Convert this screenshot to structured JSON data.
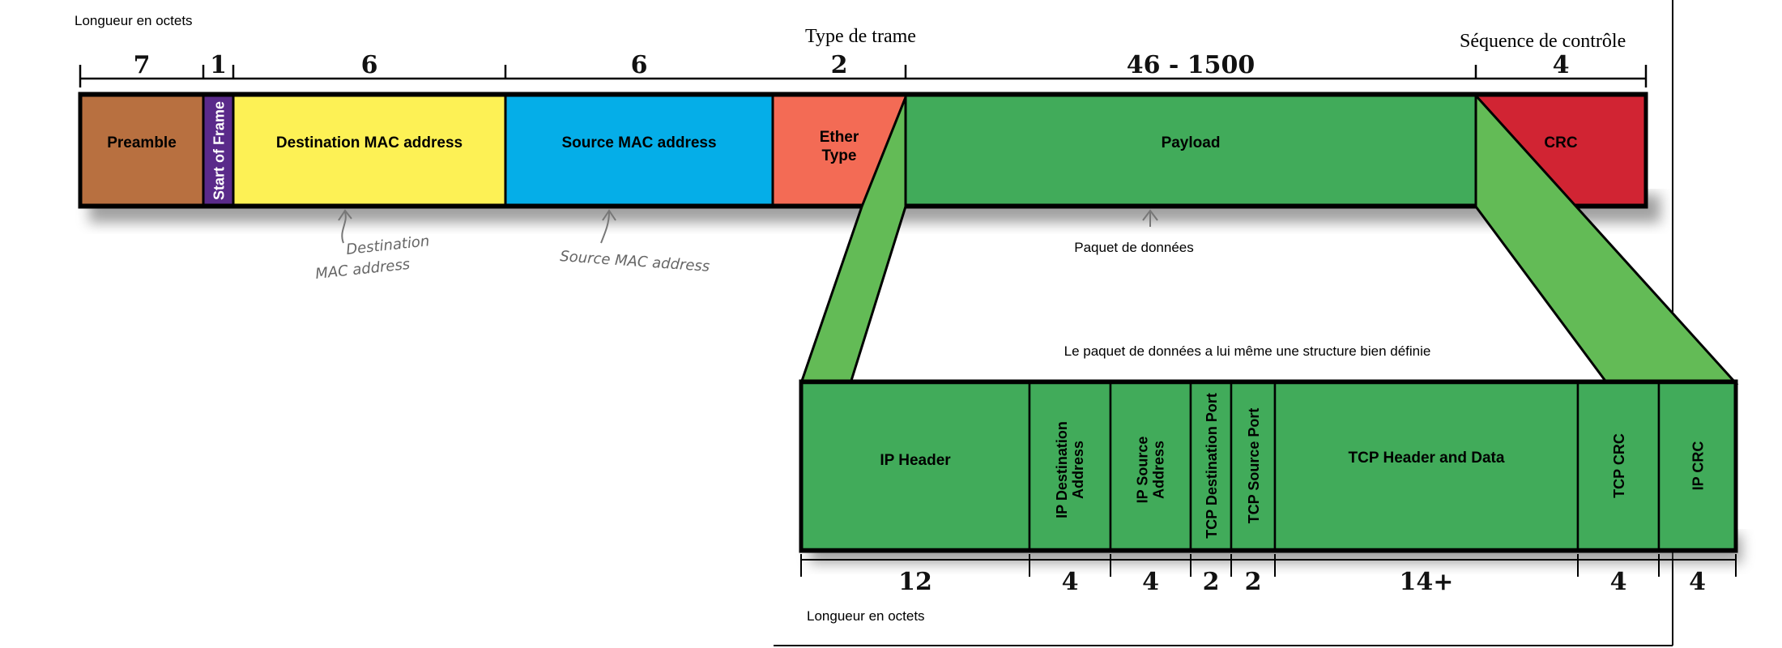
{
  "top_frame": {
    "length_label": "Longueur en octets",
    "annotations": {
      "frame_type": "Type de trame",
      "check_sequence": "Séquence de contrôle"
    },
    "fields": [
      {
        "label": "Preamble",
        "bytes": "7",
        "color": "#b87040"
      },
      {
        "label": "Start of Frame",
        "bytes": "1",
        "color": "#5a2a8a"
      },
      {
        "label": "Destination MAC address",
        "bytes": "6",
        "color": "#fdf155"
      },
      {
        "label": "Source MAC address",
        "bytes": "6",
        "color": "#05aee8"
      },
      {
        "label": "Ether",
        "label2": "Type",
        "bytes": "2",
        "color": "#f36b55"
      },
      {
        "label": "Payload",
        "bytes": "46 - 1500",
        "color": "#41ab5a"
      },
      {
        "label": "CRC",
        "bytes": "4",
        "color": "#d12433"
      }
    ],
    "handwritten": {
      "dest_line1": "Destination",
      "dest_line2": "MAC address",
      "source": "Source MAC address"
    },
    "payload_caption": "Paquet de données"
  },
  "packet": {
    "caption": "Le paquet de données a lui même une structure bien définie",
    "length_label": "Longueur en octets",
    "color": "#41ab5a",
    "band_color": "#63bb56",
    "fields": [
      {
        "label": "IP Header",
        "bytes": "12"
      },
      {
        "label": "IP Destination",
        "label2": "Address",
        "bytes": "4"
      },
      {
        "label": "IP Source",
        "label2": "Address",
        "bytes": "4"
      },
      {
        "label": "TCP Destination Port",
        "bytes": "2"
      },
      {
        "label": "TCP Source Port",
        "bytes": "2"
      },
      {
        "label": "TCP Header and Data",
        "bytes": "14+"
      },
      {
        "label": "TCP CRC",
        "bytes": "4"
      },
      {
        "label": "IP CRC",
        "bytes": "4"
      }
    ]
  }
}
